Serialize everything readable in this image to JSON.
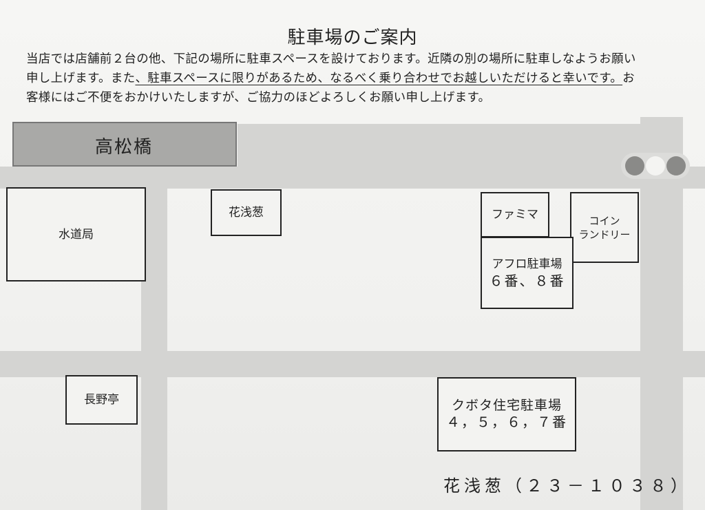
{
  "title": "駐車場のご案内",
  "intro": {
    "line1": "当店では店舗前２台の他、下記の場所に駐車スペースを設けております。近隣の別の場所に駐車しなようお願い",
    "line2_pre": "申し上げます。また",
    "line2_ul": "、駐車スペースに限りがあるため、なるべく乗り合わせでお越しいただけると幸いです。",
    "line2_post": "お",
    "line3": "客様にはご不便をおかけいたしますが、ご協力のほどよろしくお願い申し上げます。"
  },
  "map": {
    "bridge": "高松橋",
    "water_bureau": "水道局",
    "hanasaso": "花浅葱",
    "familymart": "ファミマ",
    "laundry_line1": "コイン",
    "laundry_line2": "ランドリー",
    "afuro_name": "アフロ駐車場",
    "afuro_spots": "６番、８番",
    "naganotei": "長野亭",
    "kubota_name": "クボタ住宅駐車場",
    "kubota_spots": "４，５，６，７番"
  },
  "footer": "花浅葱（２３－１０３８）",
  "colors": {
    "road": "#d4d4d2",
    "bridge": "#a9a9a7",
    "signal_lamp": "#8a8a88"
  }
}
